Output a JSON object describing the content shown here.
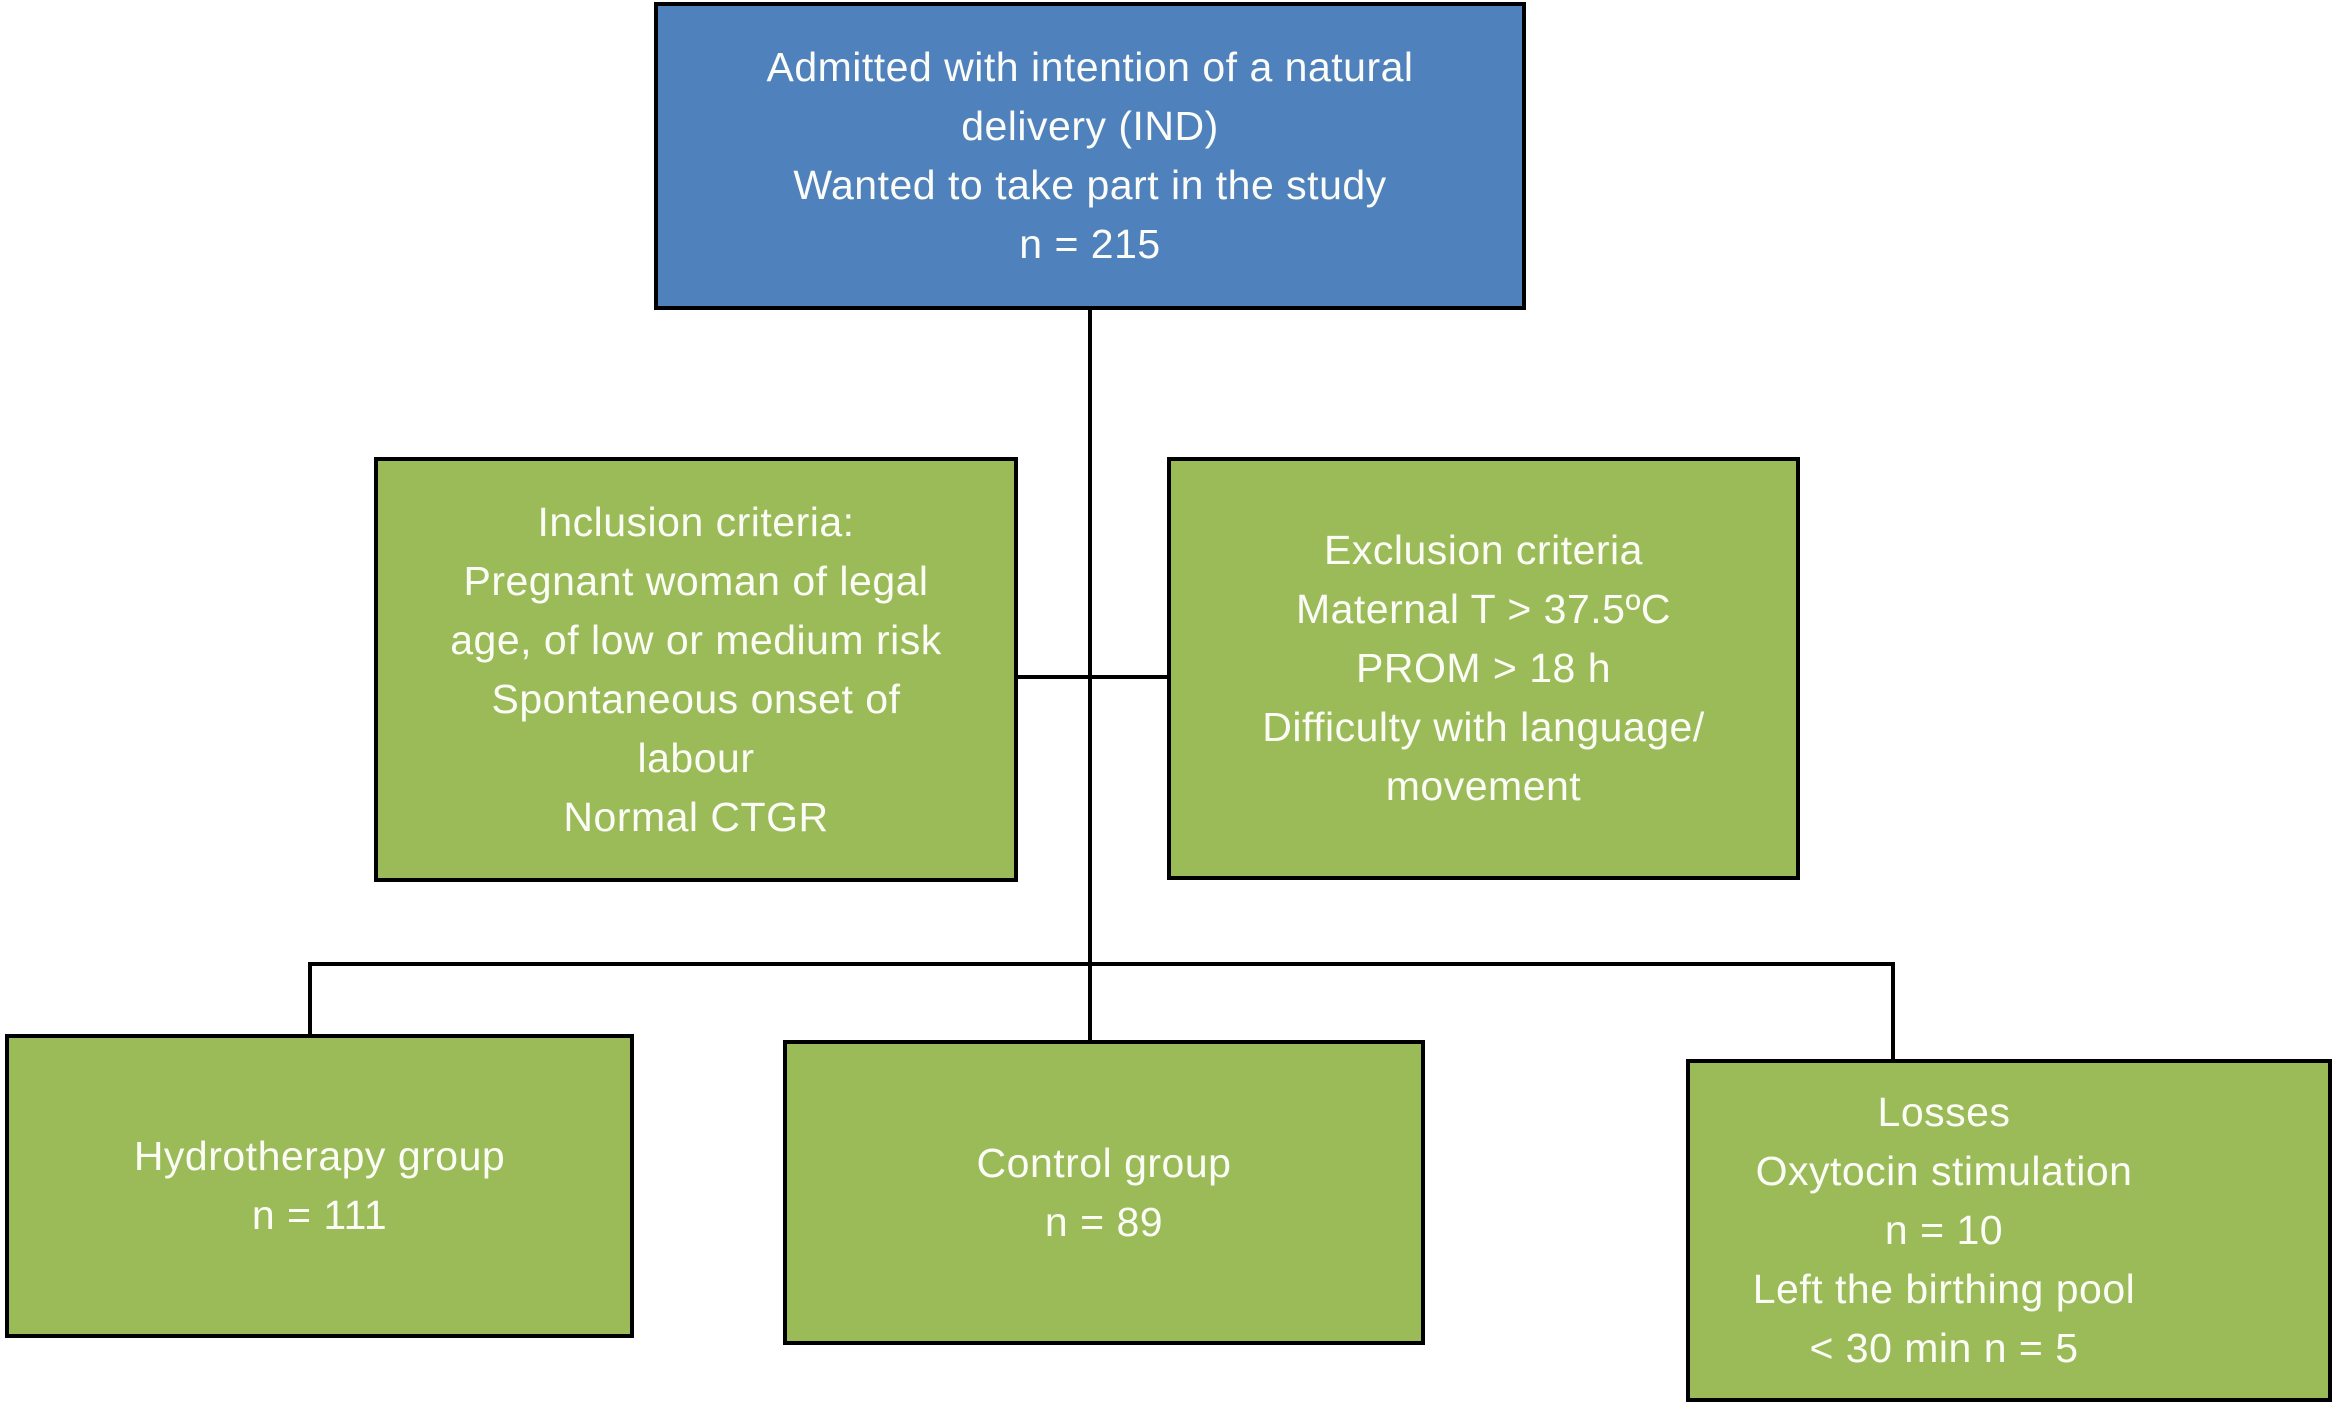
{
  "diagram": {
    "colors": {
      "top_box_fill": "#4f81bd",
      "green_box_fill": "#9bbb59",
      "box_border": "#000000",
      "connector_line": "#000000",
      "text": "#fcfcf6",
      "background": "#ffffff"
    },
    "boxes": {
      "admitted": {
        "fill": "#4f81bd",
        "lines": [
          "Admitted with intention of a natural",
          "delivery (IND)",
          "Wanted to take part in the study",
          "n = 215"
        ]
      },
      "inclusion": {
        "fill": "#9bbb59",
        "lines": [
          "Inclusion criteria:",
          "Pregnant woman of legal",
          "age, of low or medium risk",
          "Spontaneous onset of",
          "labour",
          "Normal CTGR"
        ]
      },
      "exclusion": {
        "fill": "#9bbb59",
        "lines": [
          "Exclusion criteria",
          "Maternal T > 37.5ºC",
          "PROM > 18 h",
          "Difficulty with language/",
          "movement"
        ]
      },
      "hydrotherapy": {
        "fill": "#9bbb59",
        "lines": [
          "Hydrotherapy group",
          "n = 111"
        ]
      },
      "control": {
        "fill": "#9bbb59",
        "lines": [
          "Control group",
          "n = 89"
        ]
      },
      "losses": {
        "fill": "#9bbb59",
        "lines": [
          "Losses",
          "Oxytocin stimulation",
          "n = 10",
          "Left the birthing pool",
          "< 30 min n = 5"
        ]
      }
    }
  }
}
